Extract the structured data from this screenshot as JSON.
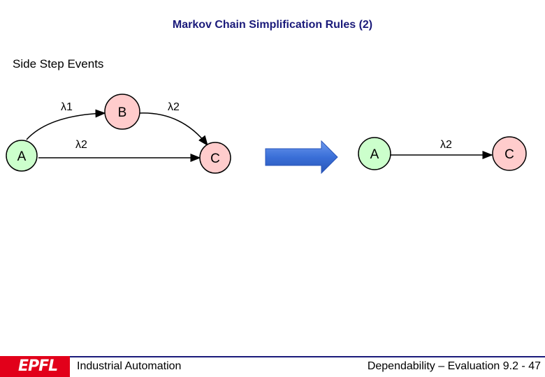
{
  "title": "Markov Chain Simplification Rules (2)",
  "subtitle": "Side Step Events",
  "diagram": {
    "left": {
      "nodes": {
        "a": "A",
        "b": "B",
        "c": "C"
      },
      "edges": {
        "a_to_b": "λ1",
        "b_to_c": "λ2",
        "a_to_c": "λ2"
      }
    },
    "arrow": "block-arrow-right",
    "right": {
      "nodes": {
        "a": "A",
        "c": "C"
      },
      "edges": {
        "a_to_c": "λ2"
      }
    }
  },
  "colors": {
    "node_a": "#ccffcc",
    "node_b": "#ffcccc",
    "node_c": "#ffcccc",
    "arrow": "#3a6fd8",
    "title": "#1a1a7a",
    "logo": "#e2001a"
  },
  "footer": {
    "logo": "EPFL",
    "left": "Industrial Automation",
    "right": "Dependability – Evaluation 9.2 - 47"
  }
}
